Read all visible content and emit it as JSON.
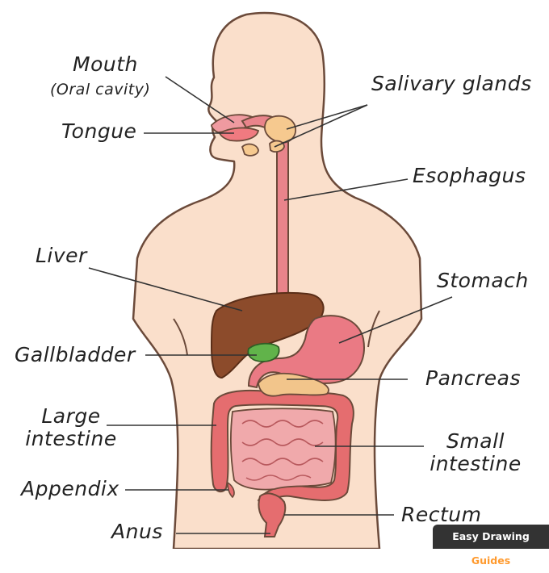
{
  "labels": {
    "mouth": "Mouth",
    "oral_cavity": "(Oral cavity)",
    "tongue": "Tongue",
    "salivary_glands": "Salivary glands",
    "esophagus": "Esophagus",
    "liver": "Liver",
    "stomach": "Stomach",
    "gallbladder": "Gallbladder",
    "pancreas": "Pancreas",
    "large_intestine_1": "Large",
    "large_intestine_2": "intestine",
    "small_intestine_1": "Small",
    "small_intestine_2": "intestine",
    "appendix": "Appendix",
    "rectum": "Rectum",
    "anus": "Anus"
  },
  "badge": {
    "part1": "Easy ",
    "part2": "Drawing ",
    "part3": "Guides"
  },
  "colors": {
    "skin": "#fadfcb",
    "skin_outline": "#6b4a3a",
    "esophagus": "#e9848b",
    "liver": "#8c4b2b",
    "gallbladder": "#61b34a",
    "stomach": "#ea7a84",
    "pancreas": "#f2c58b",
    "large_intestine": "#e56d6f",
    "small_intestine": "#f0a9ab",
    "salivary": "#f6c98f",
    "badge_bg": "#333333",
    "badge_accent": "#ff9a2e"
  }
}
